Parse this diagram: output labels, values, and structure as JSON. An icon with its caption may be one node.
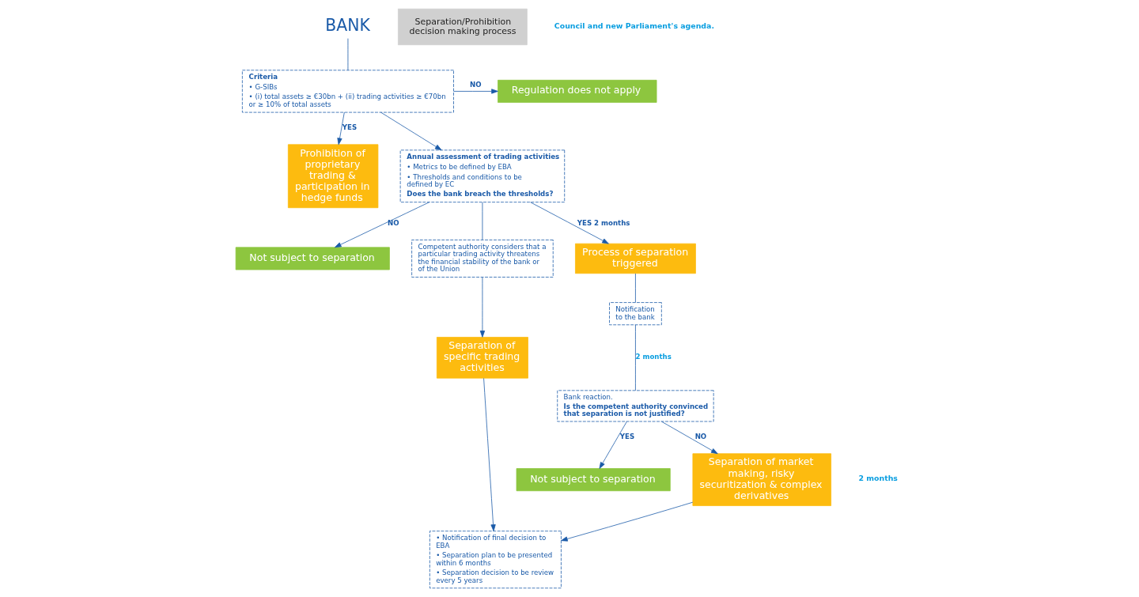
{
  "diagram": {
    "nodes": [
      {
        "text": [
          "BANK"
        ]
      },
      {
        "text": [
          "Criteria",
          "• G-SIBs",
          "• (i) total assets ≥ €30bn + (ii) trading activities ≥ €70bn or ≥ 10% of total assets"
        ]
      },
      {
        "text": [
          "Regulation does not apply"
        ]
      },
      {
        "text": [
          "Prohibition of proprietary trading & participation in hedge funds"
        ]
      },
      {
        "text": [
          "Annual assessment of trading activities",
          "• Metrics to be defined by EBA",
          "• Thresholds and conditions to be defined by EC",
          "Does the bank breach the thresholds?"
        ]
      },
      {
        "text": [
          "Not subject to separation"
        ]
      },
      {
        "text": [
          "Competent authority considers that a particular trading activity threatens the financial stability of the bank or of the Union"
        ]
      },
      {
        "text": [
          "Separation of specific trading activities"
        ]
      },
      {
        "text": [
          "Process of separation triggered"
        ]
      },
      {
        "text": [
          "Notification to the bank"
        ]
      },
      {
        "text": [
          "Bank reaction.",
          "Is the competent authority convinced that separation is not justified?"
        ]
      },
      {
        "text": [
          "Not subject to separation"
        ]
      },
      {
        "text": [
          "Separation of market making, risky securitization & complex derivatives"
        ]
      },
      {
        "text": [
          "• Notification of final decision to EBA",
          "• Separation plan to be presented within 6 months",
          "• Separation decision to be review every 5 years"
        ]
      },
      {
        "text": [
          "Separation/Prohibition decision making process"
        ]
      }
    ],
    "edges": [
      {
        "from": 0,
        "to": 1,
        "arrow": "none"
      },
      {
        "from": 1,
        "to": 2,
        "arrow": "to",
        "label": "NO"
      },
      {
        "from": 1,
        "to": 3,
        "arrow": "to",
        "label": "YES"
      },
      {
        "from": 1,
        "to": 4,
        "arrow": "to"
      },
      {
        "from": 4,
        "to": 5,
        "arrow": "to",
        "label": "NO"
      },
      {
        "from": 4,
        "to": 6,
        "arrow": "none"
      },
      {
        "from": 4,
        "to": 8,
        "arrow": "to",
        "label": "YES 2 months"
      },
      {
        "from": 6,
        "to": 7,
        "arrow": "to"
      },
      {
        "from": 8,
        "to": 9,
        "arrow": "none"
      },
      {
        "from": 9,
        "to": 10,
        "arrow": "none",
        "label": "2 months"
      },
      {
        "from": 10,
        "to": 11,
        "arrow": "to",
        "label": "YES"
      },
      {
        "from": 10,
        "to": 12,
        "arrow": "to",
        "label": "NO"
      },
      {
        "from": 7,
        "to": 13,
        "arrow": "to"
      },
      {
        "from": 12,
        "to": 13,
        "arrow": "to"
      }
    ],
    "labels": [
      "Council and new Parliament's agenda.",
      "2 months"
    ]
  }
}
